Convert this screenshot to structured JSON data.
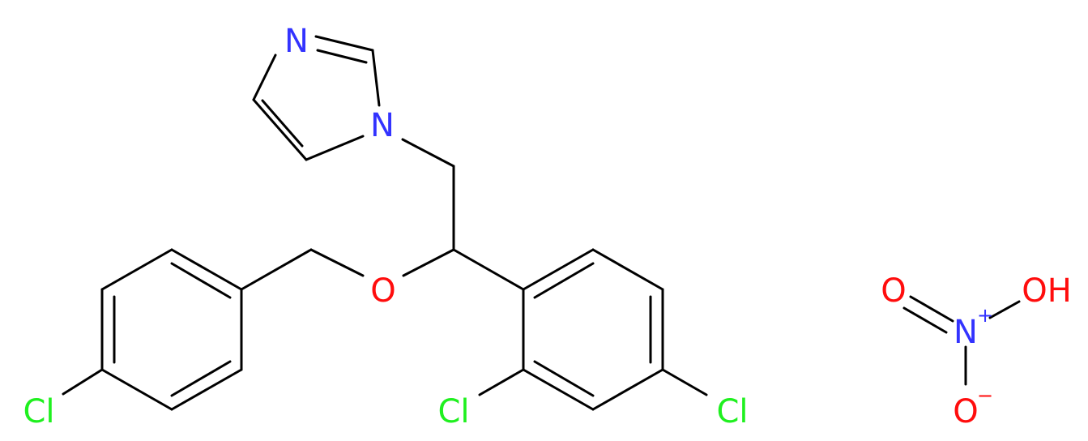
{
  "colors": {
    "bond": "#000000",
    "N": "#3333FF",
    "O": "#FF0D0D",
    "Cl": "#1FF01F",
    "background": "#FFFFFF"
  },
  "atoms": {
    "imidazole_n3": "N",
    "imidazole_n1": "N",
    "ether_o": "O",
    "cl_benzyl": "Cl",
    "cl_ortho": "Cl",
    "cl_para": "Cl",
    "nitrate_o_double": "O",
    "nitrate_n": "N",
    "nitrate_n_charge": "+",
    "nitrate_oh": "OH",
    "nitrate_o_minus": "O",
    "nitrate_o_charge": "−"
  }
}
